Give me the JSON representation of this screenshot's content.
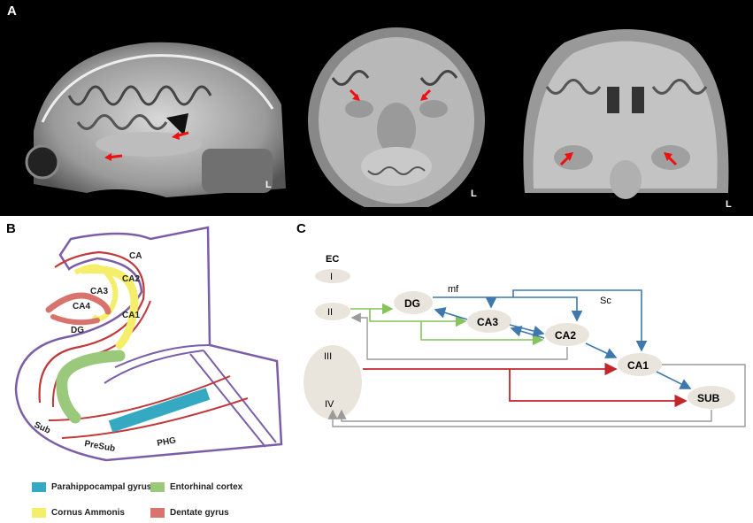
{
  "panels": {
    "a": "A",
    "b": "B",
    "c": "C"
  },
  "mri": {
    "side_label": "L"
  },
  "hippocampus": {
    "labels": {
      "ca": "CA",
      "ca1": "CA1",
      "ca2": "CA2",
      "ca3": "CA3",
      "ca4": "CA4",
      "dg": "DG",
      "sub": "Sub",
      "presub": "PreSub",
      "phg": "PHG"
    },
    "colors": {
      "outline": "#7b5ea7",
      "red": "#c0393b",
      "yellow": "#f4ee6a",
      "pink": "#d9736d",
      "green": "#9bc97c",
      "blue": "#35a9c2"
    }
  },
  "legend": [
    {
      "label": "Parahippocampal gyrus",
      "color": "#35a9c2"
    },
    {
      "label": "Entorhinal cortex",
      "color": "#9bc97c"
    },
    {
      "label": "Cornus Ammonis",
      "color": "#f4ee6a"
    },
    {
      "label": "Dentate gyrus",
      "color": "#d9736d"
    }
  ],
  "circuit": {
    "ec_label": "EC",
    "layers": [
      "I",
      "II",
      "III",
      "IV"
    ],
    "nodes": {
      "dg": "DG",
      "ca3": "CA3",
      "ca2": "CA2",
      "ca1": "CA1",
      "sub": "SUB"
    },
    "pathways": {
      "mf": "mf",
      "sc": "Sc"
    },
    "colors": {
      "blue": "#3f78ad",
      "green": "#86c35a",
      "red": "#c0262b",
      "gray": "#9a9a9a",
      "node": "#e9e5dc"
    }
  }
}
